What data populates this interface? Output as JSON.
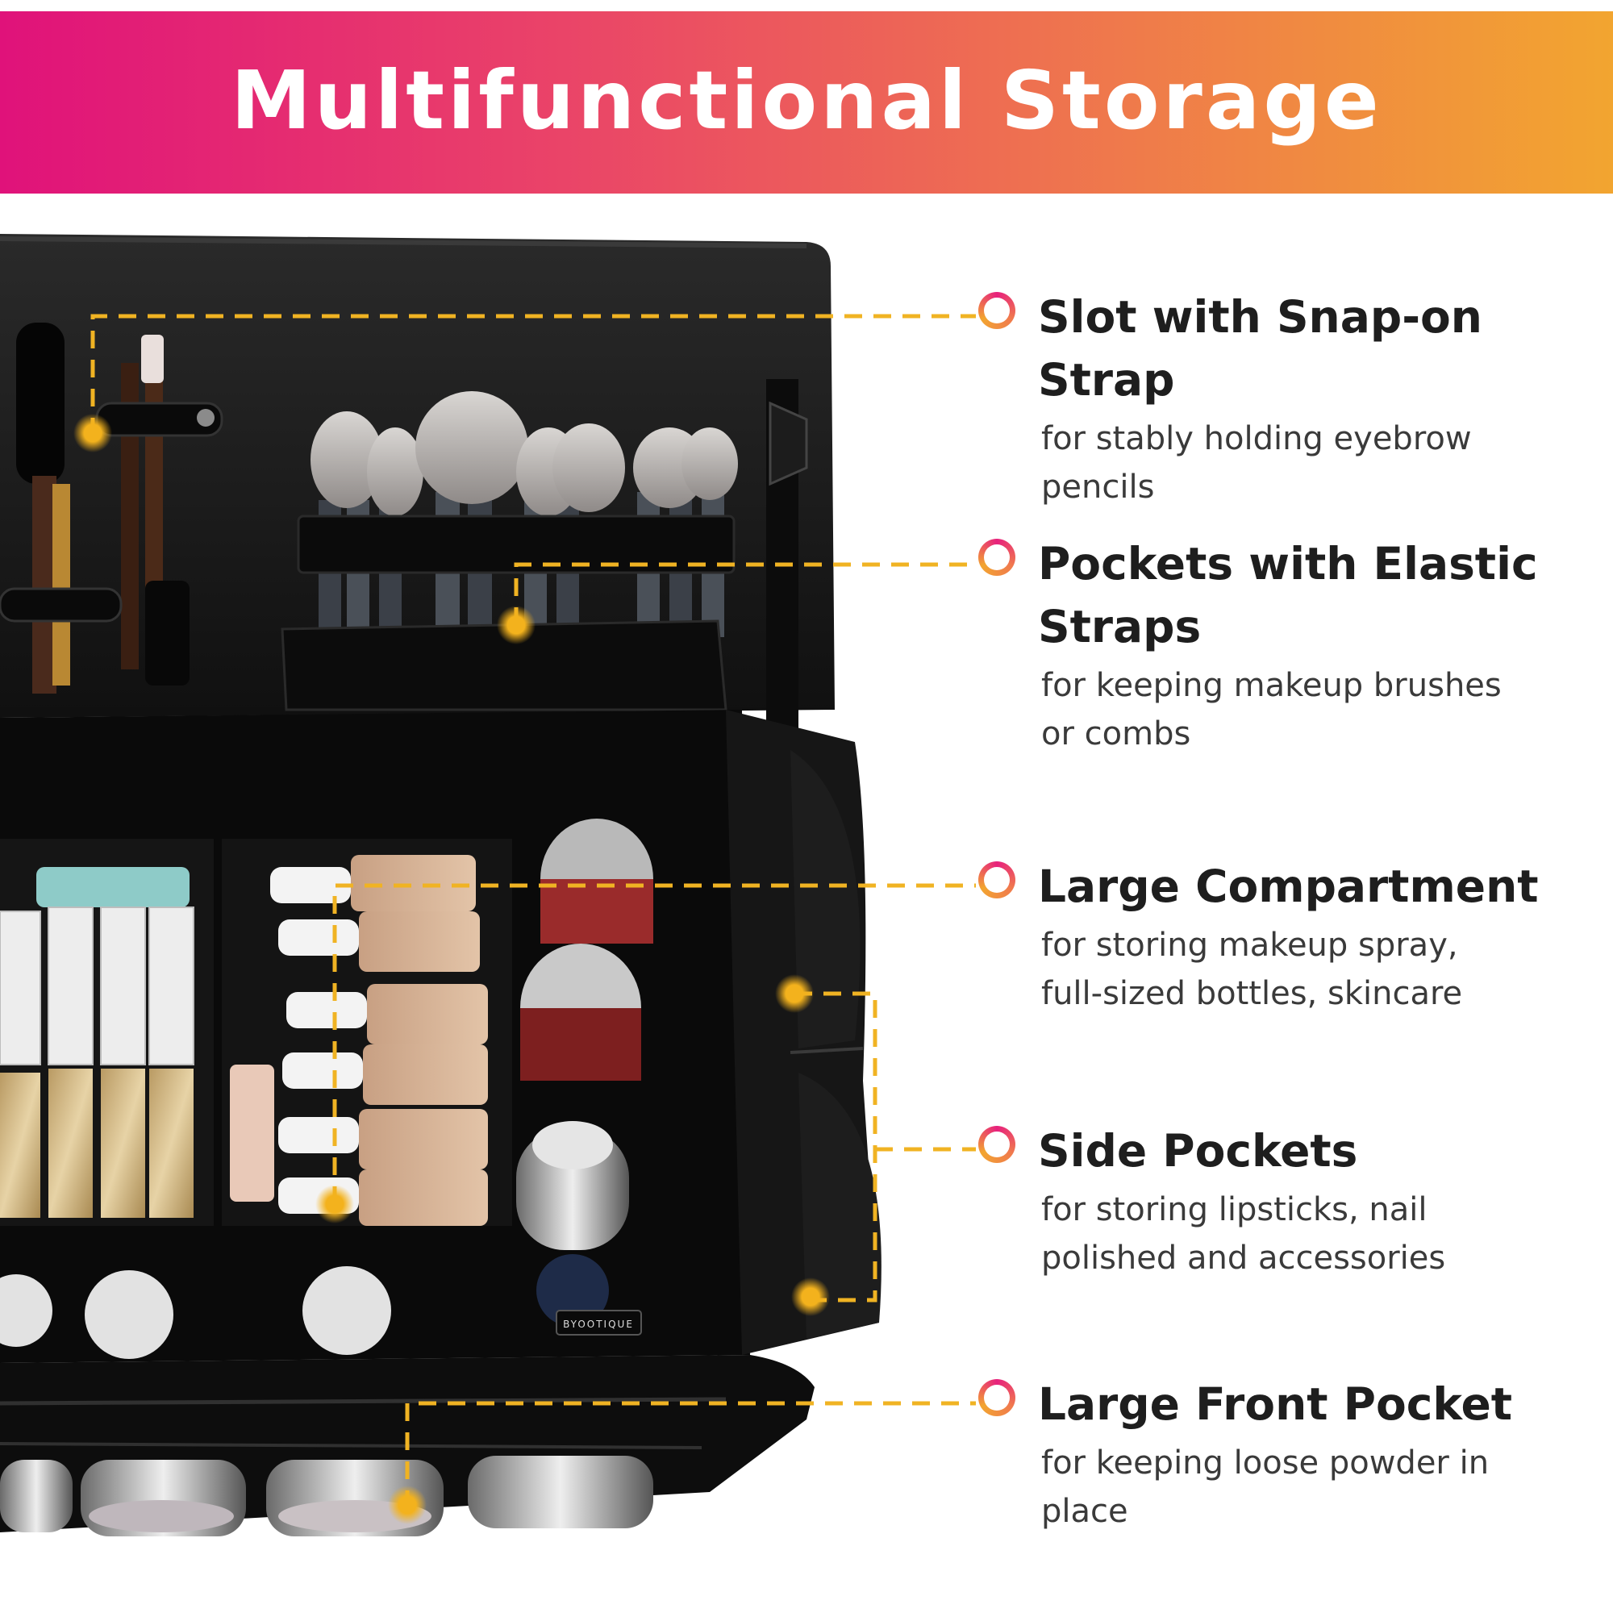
{
  "header": {
    "title": "Multifunctional Storage"
  },
  "features": [
    {
      "title": "Slot with Snap-on Strap",
      "description": "for stably holding eyebrow pencils"
    },
    {
      "title": "Pockets with Elastic Straps",
      "description": "for keeping makeup brushes or combs"
    },
    {
      "title": "Large Compartment",
      "description": "for storing makeup spray, full-sized bottles, skincare"
    },
    {
      "title": "Side Pockets",
      "description": "for storing lipsticks, nail polished and accessories"
    },
    {
      "title": "Large Front Pocket",
      "description": "for keeping loose powder in place"
    }
  ],
  "product": {
    "brand_tag": "BYOOTIQUE"
  },
  "colors": {
    "accent_pink": "#e0127a",
    "accent_orange": "#f2a530",
    "callout_line": "#f0b323",
    "bag": "#141414"
  }
}
